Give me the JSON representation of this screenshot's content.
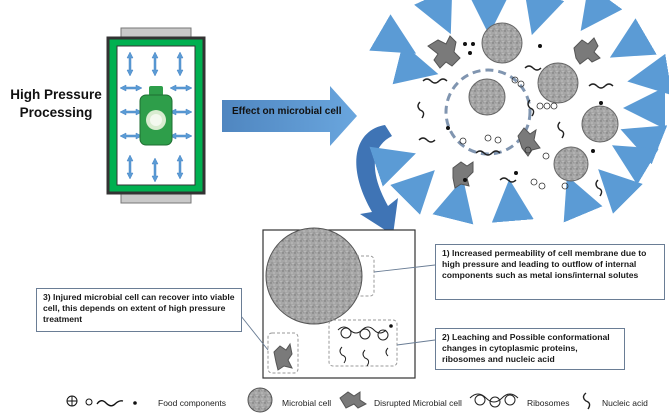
{
  "diagram": {
    "process_title": "High Pressure Processing",
    "effect_label": "Effect on microbial cell",
    "annotations": {
      "note1": "1) Increased permeability of cell membrane due to high pressure and leading to outflow of internal components such as metal ions/internal solutes",
      "note2": "2) Leaching and Possible conformational changes in cytoplasmic proteins, ribosomes and nucleic acid",
      "note3": "3) Injured microbial cell can recover into viable cell, this depends on extent of high pressure treatment"
    },
    "legend": {
      "food_components": "Food components",
      "microbial_cell": "Microbial cell",
      "disrupted_cell": "Disrupted Microbial cell",
      "ribosomes": "Ribosomes",
      "nucleic_acid": "Nucleic acid"
    },
    "colors": {
      "arrow_blue": "#5b9bd5",
      "vessel_green": "#00b050",
      "vessel_border": "#333333",
      "bottle_green": "#2e9e4a",
      "cell_gray": "#9e9e9e",
      "disrupted_gray": "#7a7a7a",
      "dashed_circle": "#8095b0"
    }
  }
}
